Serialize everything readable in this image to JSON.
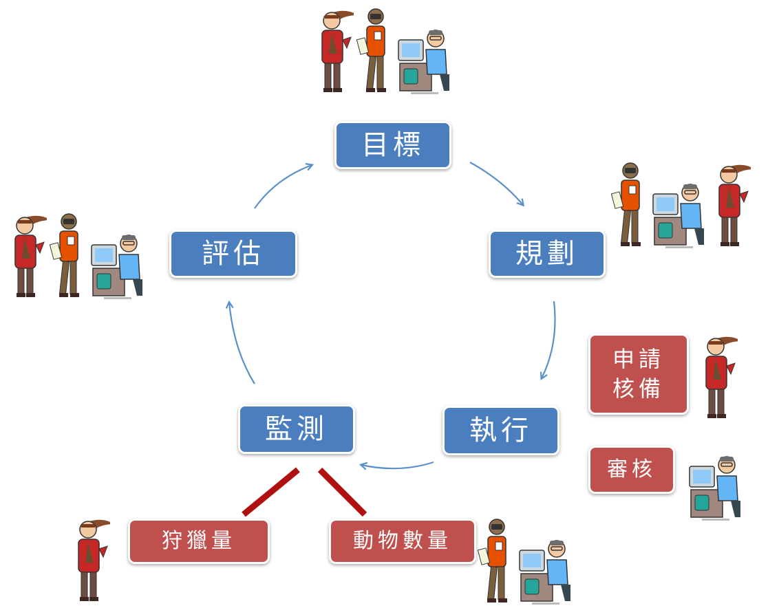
{
  "cycle": {
    "goal": "目標",
    "plan": "規劃",
    "execute": "執行",
    "monitor": "監測",
    "evaluate": "評估"
  },
  "execute_tasks": {
    "apply": "申請核備",
    "review": "審核"
  },
  "monitor_items": {
    "harvest": "狩獵量",
    "population": "動物數量"
  },
  "colors": {
    "cycle_box": "#4a7ebf",
    "task_box": "#c0504d",
    "arrow": "#5b8fc9",
    "connector": "#b01010"
  },
  "icons": [
    "hunter-figure-icon",
    "researcher-figure-icon",
    "official-at-computer-icon"
  ]
}
